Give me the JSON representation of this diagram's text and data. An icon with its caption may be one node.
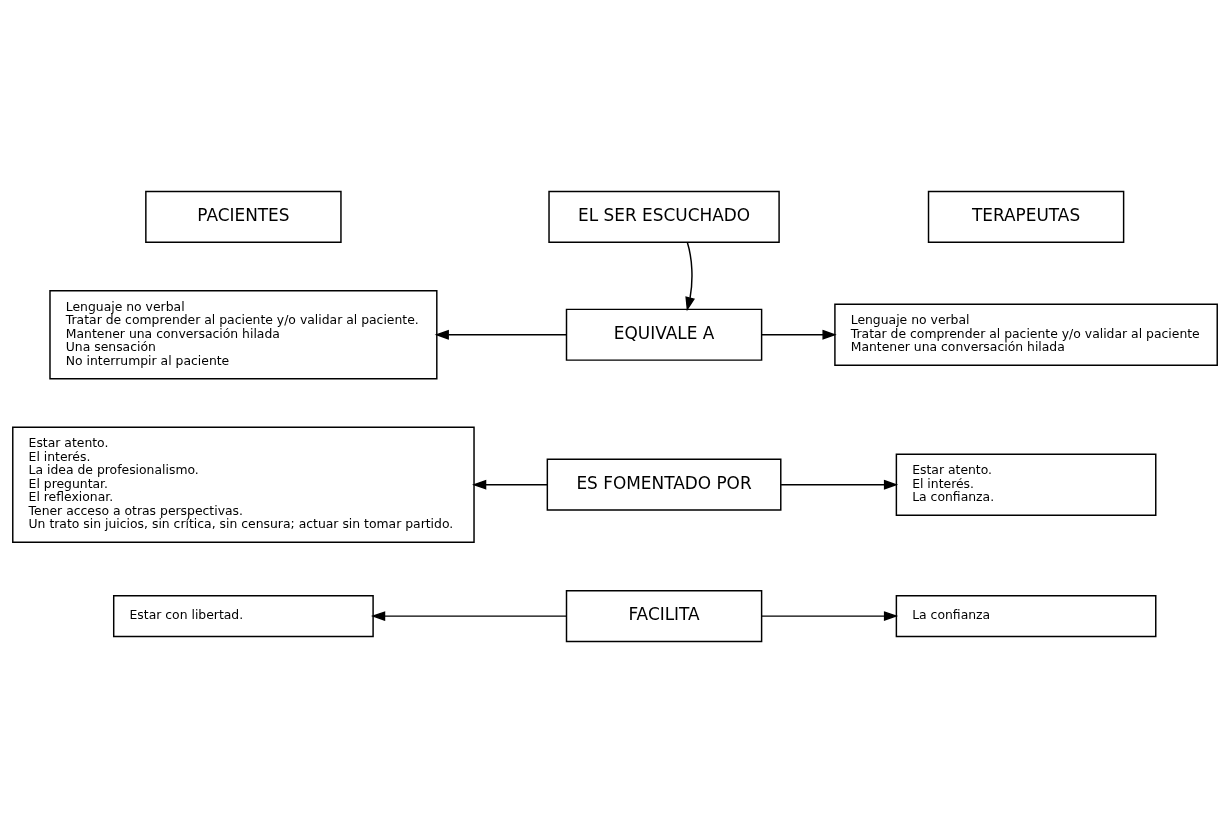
{
  "diagram": {
    "nodes": [
      {
        "text": [
          "PACIENTES"
        ]
      },
      {
        "text": [
          "EL SER ESCUCHADO"
        ]
      },
      {
        "text": [
          "TERAPEUTAS"
        ]
      },
      {
        "text": [
          "Lenguaje no verbal",
          "Tratar de comprender al paciente y/o validar al paciente.",
          "Mantener una conversación hilada",
          "Una sensación",
          "No interrumpir al paciente"
        ]
      },
      {
        "text": [
          "EQUIVALE A"
        ]
      },
      {
        "text": [
          "Lenguaje no verbal",
          "Tratar de comprender al paciente y/o validar al paciente",
          "Mantener una conversación hilada"
        ]
      },
      {
        "text": [
          "Estar atento.",
          "El interés.",
          "La idea de profesionalismo.",
          "El preguntar.",
          "El reflexionar.",
          "Tener acceso a otras perspectivas.",
          "Un trato sin juicios, sin crítica, sin censura; actuar sin tomar partido."
        ]
      },
      {
        "text": [
          "ES FOMENTADO POR"
        ]
      },
      {
        "text": [
          "Estar atento.",
          "El interés.",
          "La confianza."
        ]
      },
      {
        "text": [
          "Estar con libertad."
        ]
      },
      {
        "text": [
          "FACILITA"
        ]
      },
      {
        "text": [
          "La confianza"
        ]
      }
    ],
    "edges": [
      {
        "from": 1,
        "to": 4,
        "arrow": "to"
      },
      {
        "from": 4,
        "to": 3,
        "arrow": "to"
      },
      {
        "from": 4,
        "to": 5,
        "arrow": "to"
      },
      {
        "from": 7,
        "to": 6,
        "arrow": "to"
      },
      {
        "from": 7,
        "to": 8,
        "arrow": "to"
      },
      {
        "from": 10,
        "to": 9,
        "arrow": "to"
      },
      {
        "from": 10,
        "to": 11,
        "arrow": "to"
      }
    ]
  }
}
